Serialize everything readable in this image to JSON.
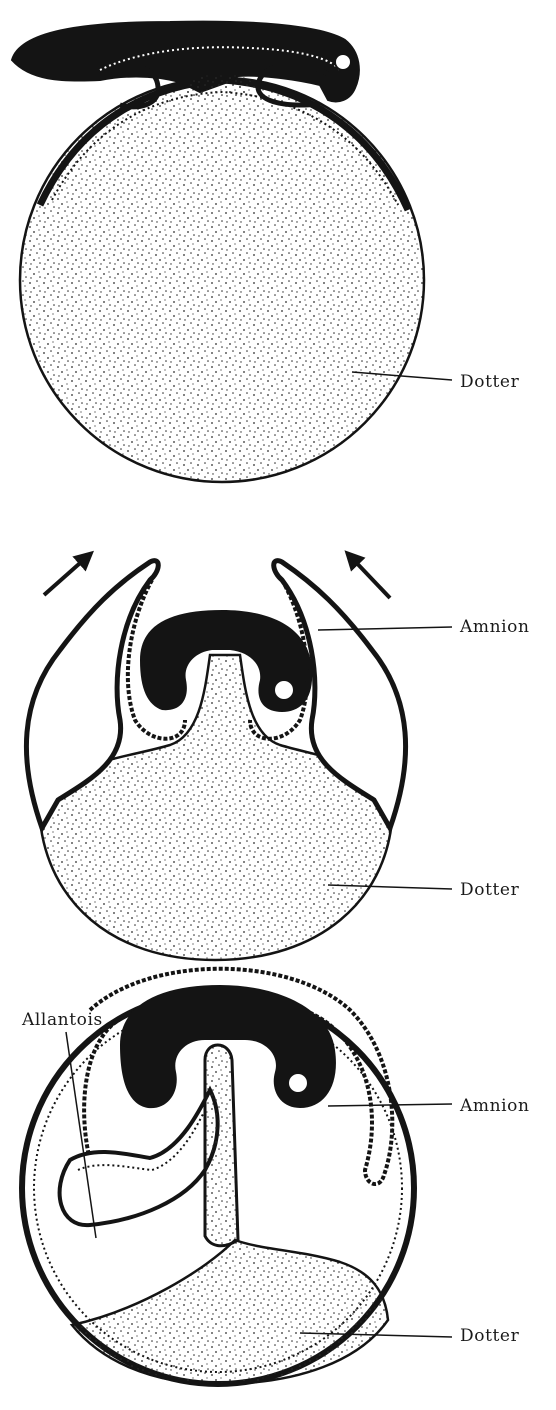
{
  "figure": {
    "panels": [
      {
        "id": "top",
        "labels": {
          "yolk": "Dotter"
        }
      },
      {
        "id": "middle",
        "labels": {
          "amnion": "Amnion",
          "yolk": "Dotter"
        }
      },
      {
        "id": "bottom",
        "labels": {
          "allantois": "Allantois",
          "amnion": "Amnion",
          "yolk": "Dotter"
        }
      }
    ]
  },
  "colors": {
    "ink": "#141414",
    "paper": "#ffffff",
    "stipple": "#2a2a2a"
  }
}
